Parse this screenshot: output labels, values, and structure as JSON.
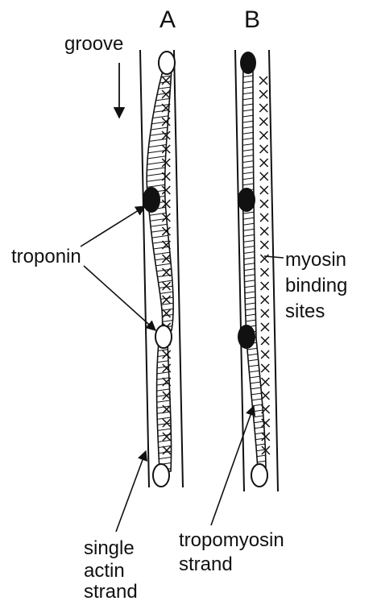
{
  "panels": {
    "a": "A",
    "b": "B"
  },
  "labels": {
    "groove": "groove",
    "troponin": "troponin",
    "myosin_binding_sites": [
      "myosin",
      "binding",
      "sites"
    ],
    "single_actin_strand": [
      "single",
      "actin",
      "strand"
    ],
    "tropomyosin_strand": [
      "tropomyosin",
      "strand"
    ]
  },
  "colors": {
    "ink": "#111111",
    "background": "#ffffff"
  }
}
